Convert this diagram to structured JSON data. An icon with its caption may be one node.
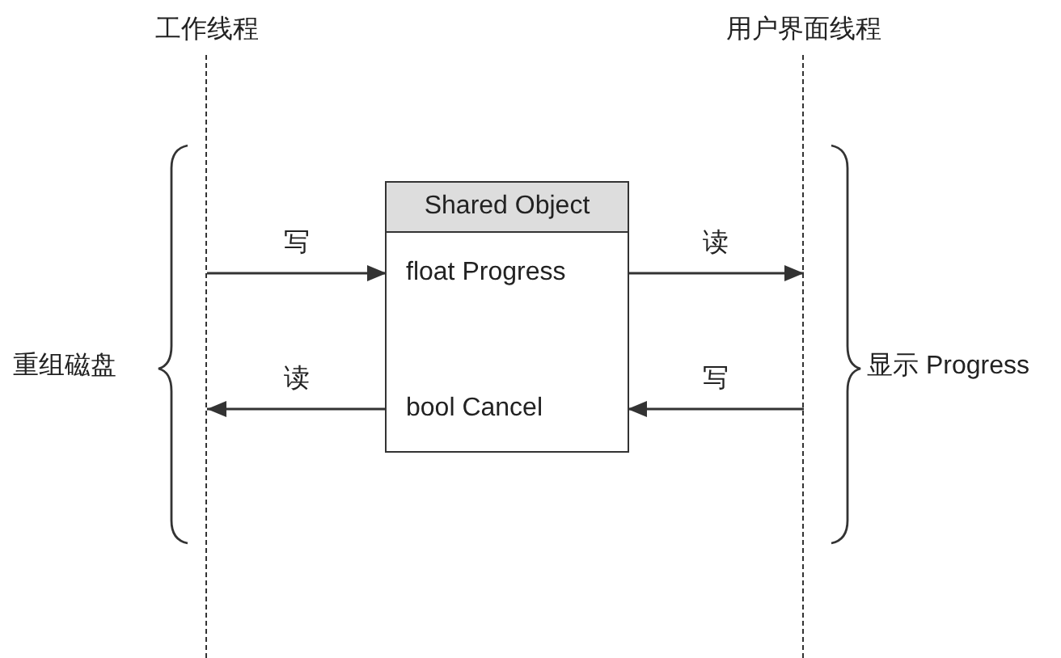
{
  "diagram": {
    "nodes": [
      {
        "text": [
          "工作线程"
        ]
      },
      {
        "text": [
          "用户界面线程"
        ]
      },
      {
        "text": [
          "Shared Object"
        ]
      },
      {
        "text": [
          "float Progress"
        ],
        "in": 2
      },
      {
        "text": [
          "bool Cancel"
        ],
        "in": 2
      }
    ],
    "edges": [
      {
        "from": 0,
        "to": 3,
        "arrow": "to",
        "label": "写"
      },
      {
        "from": 3,
        "to": 1,
        "arrow": "to",
        "label": "读"
      },
      {
        "from": 4,
        "to": 0,
        "arrow": "to",
        "label": "读"
      },
      {
        "from": 1,
        "to": 4,
        "arrow": "to",
        "label": "写"
      }
    ],
    "labels": [
      "重组磁盘",
      "显示 Progress"
    ]
  }
}
